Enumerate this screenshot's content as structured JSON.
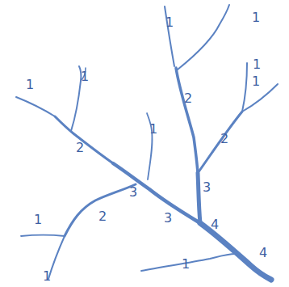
{
  "diagram": {
    "labels": [
      "1",
      "1",
      "1",
      "1",
      "1",
      "2",
      "1",
      "2",
      "1",
      "2",
      "3",
      "3",
      "2",
      "1",
      "3",
      "4",
      "4",
      "1",
      "1"
    ]
  }
}
